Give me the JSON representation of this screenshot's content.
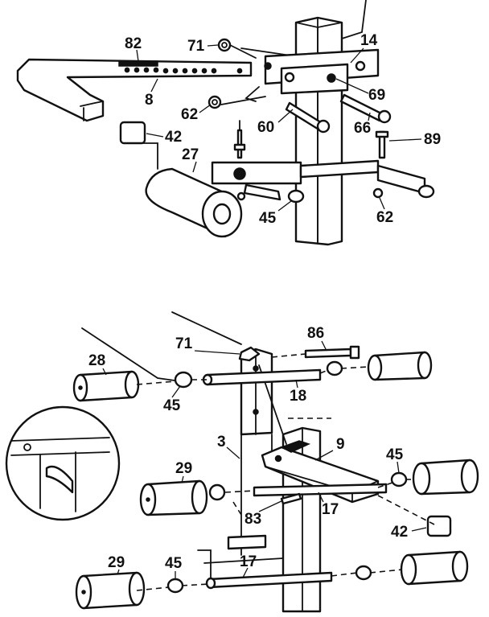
{
  "colors": {
    "ink": "#111111",
    "paper": "#ffffff"
  },
  "top_assembly": {
    "labels": {
      "p82": "82",
      "p71": "71",
      "p14": "14",
      "p8": "8",
      "p69": "69",
      "p62a": "62",
      "p60": "60",
      "p66": "66",
      "p42": "42",
      "p89": "89",
      "p27": "27",
      "p45": "45",
      "p62b": "62"
    }
  },
  "bottom_assembly": {
    "labels": {
      "p86": "86",
      "p71": "71",
      "p28": "28",
      "p18": "18",
      "p45a": "45",
      "p3": "3",
      "p9": "9",
      "p45b": "45",
      "p29a": "29",
      "p17a": "17",
      "p83": "83",
      "p42": "42",
      "p29b": "29",
      "p45c": "45",
      "p17b": "17"
    }
  }
}
